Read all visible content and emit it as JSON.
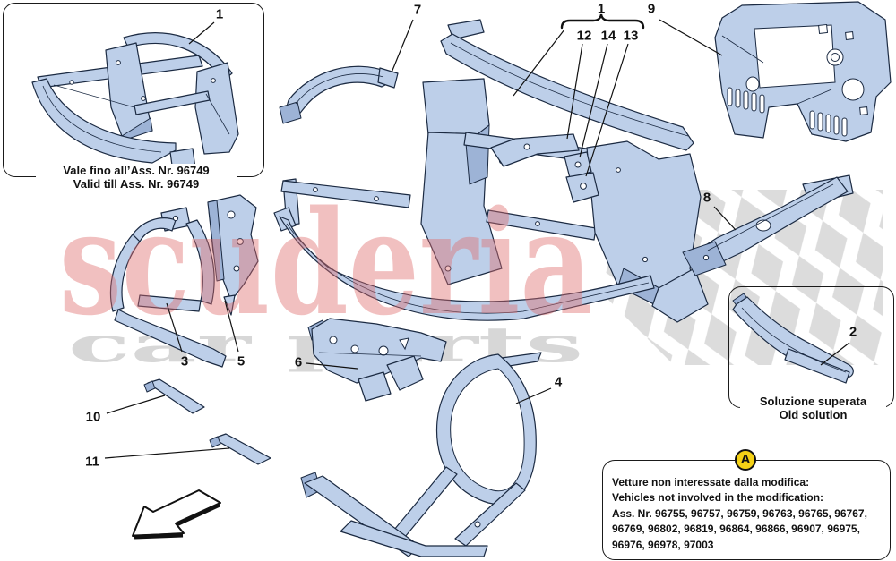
{
  "diagram": {
    "callouts": {
      "box1": "1",
      "main": "1",
      "p2": "2",
      "p3": "3",
      "p4": "4",
      "p5": "5",
      "p6": "6",
      "p7": "7",
      "p8": "8",
      "p9": "9",
      "p10": "10",
      "p11": "11",
      "p12": "12",
      "p13": "13",
      "p14": "14"
    },
    "valid_note": {
      "line_it": "Vale fino all’Ass. Nr. 96749",
      "line_en": "Valid till Ass. Nr. 96749"
    },
    "old_solution_note": {
      "line_it": "Soluzione superata",
      "line_en": "Old solution"
    },
    "modification_note": {
      "badge": "A",
      "line_it": "Vetture non interessate dalla modifica:",
      "line_en": "Vehicles not involved in the modification:",
      "numbers_1": "Ass. Nr. 96755, 96757, 96759, 96763, 96765, 96767,",
      "numbers_2": "96769, 96802, 96819, 96864, 96866, 96907, 96975,",
      "numbers_3": "96976, 96978, 97003"
    },
    "watermark": {
      "brand_top": "scuderia",
      "brand_bottom": "car parts"
    },
    "colors": {
      "part_fill": "#bdcfe9",
      "part_outline": "#1b2a42",
      "watermark_red": "#e06c6c",
      "badge_yellow": "#f5d216"
    }
  }
}
